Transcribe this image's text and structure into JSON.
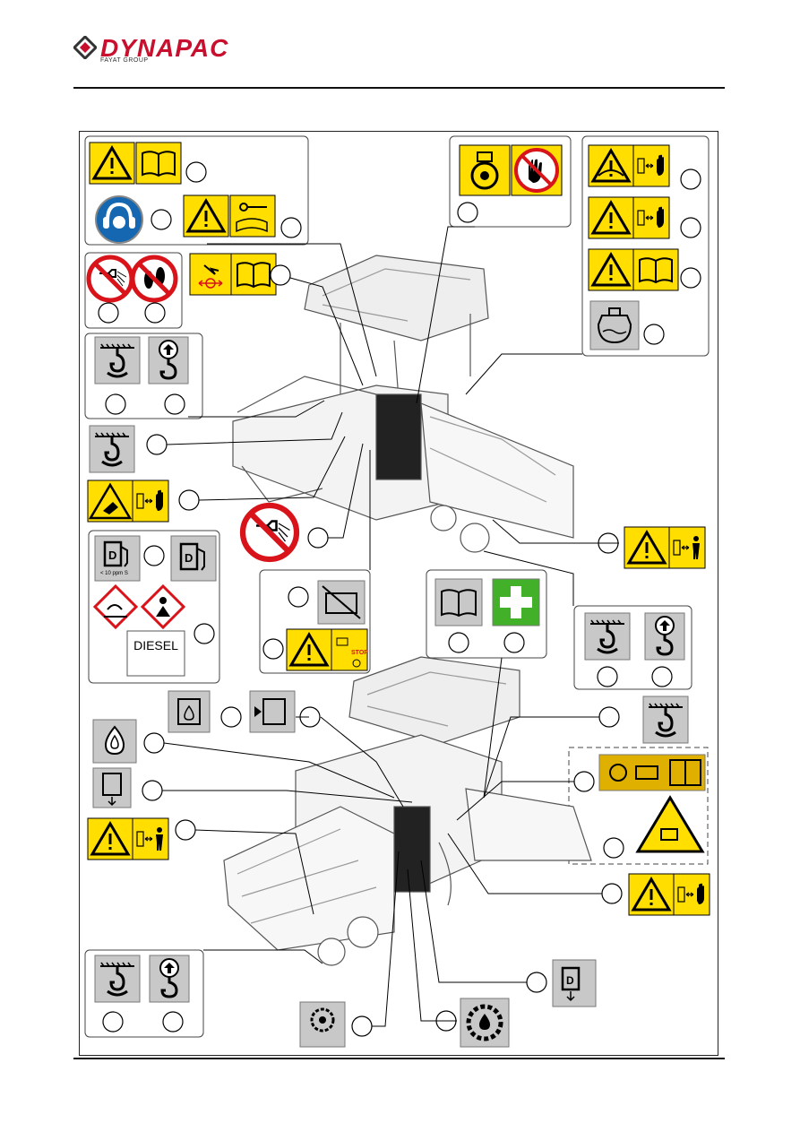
{
  "header": {
    "brand": "DYNAPAC",
    "group": "FAYAT GROUP"
  },
  "labels": {
    "diesel": "DIESEL",
    "fuel_spec": "< 10 ppm S",
    "stop": "STOP"
  },
  "colors": {
    "brand_red": "#c8102e",
    "warning_yellow": "#ffde00",
    "decal_grey": "#c8c8c8",
    "prohibit_red": "#d8141a",
    "mandatory_blue": "#1667b1",
    "firstaid_green": "#43b02a"
  }
}
